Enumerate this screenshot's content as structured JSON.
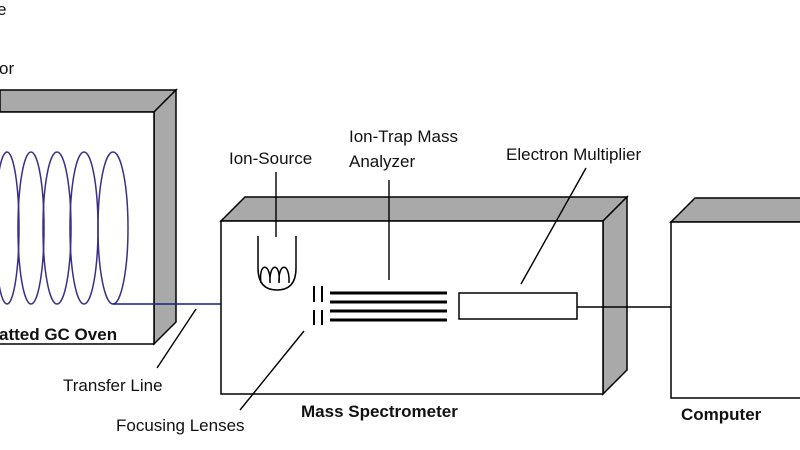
{
  "labels": {
    "top_fragment_1": "e",
    "top_fragment_2": "or",
    "gc_oven": "atted GC Oven",
    "transfer_line": "Transfer Line",
    "focusing_lenses": "Focusing Lenses",
    "ion_source": "Ion-Source",
    "ion_trap_line1": "Ion-Trap Mass",
    "ion_trap_line2": "Analyzer",
    "electron_multiplier": "Electron Multiplier",
    "mass_spectrometer": "Mass Spectrometer",
    "computer": "Computer"
  },
  "colors": {
    "box_face": "#ffffff",
    "box_depth": "#a9a9a9",
    "outline": "#000000",
    "coil": "#3a2f86",
    "transfer_line": "#1c1c8c"
  }
}
